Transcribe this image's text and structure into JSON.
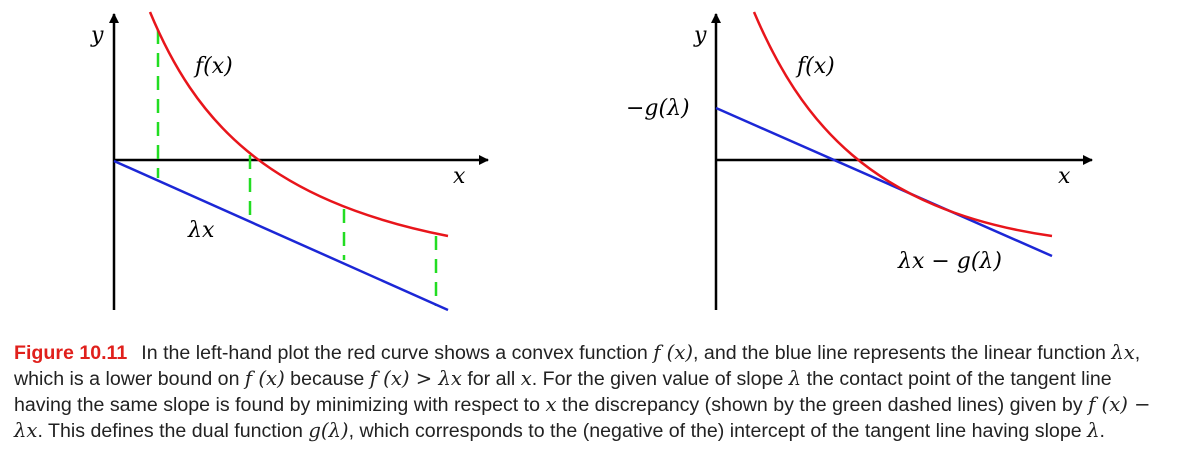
{
  "colors": {
    "curve": "#e8151b",
    "line": "#1c27d6",
    "discrepancy": "#22dd22",
    "axis": "#000000",
    "caption_label": "#e0201c"
  },
  "left_plot": {
    "y_axis_label": "y",
    "x_axis_label": "x",
    "curve_label": "f(x)",
    "line_label": "λx"
  },
  "right_plot": {
    "y_axis_label": "y",
    "x_axis_label": "x",
    "curve_label": "f(x)",
    "intercept_label": "−g(λ)",
    "tangent_label": "λx − g(λ)"
  },
  "caption": {
    "label": "Figure 10.11",
    "t1": "In the left-hand plot the red curve shows a convex function ",
    "m1": "f (x)",
    "t2": ", and the blue line represents the linear function ",
    "m2": "λx",
    "t3": ", which is a lower bound on ",
    "m3": "f (x)",
    "t4": " because ",
    "m4": "f (x) > λx",
    "t5": " for all ",
    "m5": "x",
    "t6": ". For the given value of slope ",
    "m6": "λ",
    "t7": " the contact point of the tangent line having the same slope is found by minimizing with respect to ",
    "m7": "x",
    "t8": " the discrepancy (shown by the green dashed lines) given by ",
    "m8": "f (x) − λx",
    "t9": ". This defines the dual function ",
    "m9": "g(λ)",
    "t10": ", which corresponds to the (negative of the) intercept of the tangent line having slope ",
    "m10": "λ",
    "t11": "."
  }
}
